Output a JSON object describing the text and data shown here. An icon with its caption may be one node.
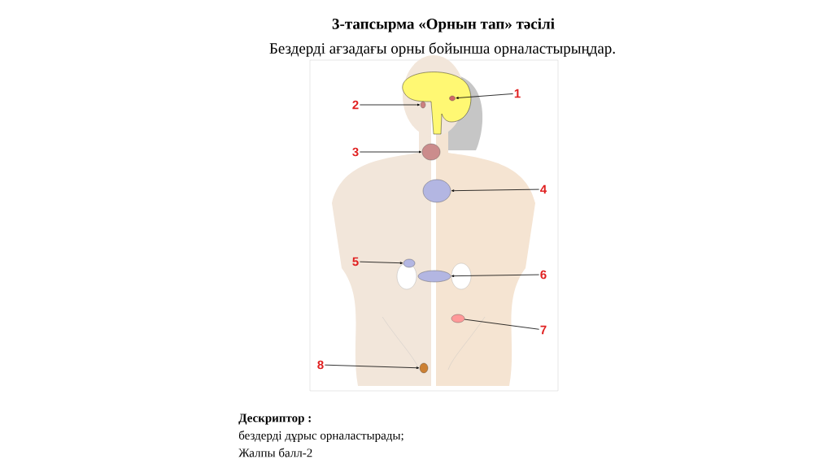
{
  "diagram": {
    "title": "3-тапсырма  «Орнын тап» тәсілі",
    "nodes": [
      {
        "text": [
          "1"
        ]
      },
      {
        "text": [
          "2"
        ]
      },
      {
        "text": [
          "3"
        ]
      },
      {
        "text": [
          "4"
        ]
      },
      {
        "text": [
          "5"
        ]
      },
      {
        "text": [
          "6"
        ]
      },
      {
        "text": [
          "7"
        ]
      },
      {
        "text": [
          "8"
        ]
      },
      {
        "text": [],
        "shape": "circle"
      },
      {
        "text": [],
        "shape": "circle"
      },
      {
        "text": [],
        "shape": "circle"
      },
      {
        "text": [],
        "shape": "circle"
      },
      {
        "text": [],
        "shape": "circle"
      },
      {
        "text": [],
        "shape": "circle"
      },
      {
        "text": [],
        "shape": "circle"
      },
      {
        "text": [],
        "shape": "circle"
      }
    ],
    "edges": [
      {
        "from": 0,
        "to": 8,
        "arrow": "to"
      },
      {
        "from": 1,
        "to": 9,
        "arrow": "to"
      },
      {
        "from": 2,
        "to": 10,
        "arrow": "to"
      },
      {
        "from": 3,
        "to": 11,
        "arrow": "to"
      },
      {
        "from": 4,
        "to": 12,
        "arrow": "to"
      },
      {
        "from": 5,
        "to": 13,
        "arrow": "to"
      },
      {
        "from": 6,
        "to": 14,
        "arrow": "none"
      },
      {
        "from": 7,
        "to": 15,
        "arrow": "to"
      }
    ],
    "labels": [
      "Бездерді  ағзадағы орны бойынша  орналастырыңдар.",
      "Дескриптор :",
      "бездерді   дұрыс   орналастырады;",
      "Жалпы балл-2"
    ]
  }
}
